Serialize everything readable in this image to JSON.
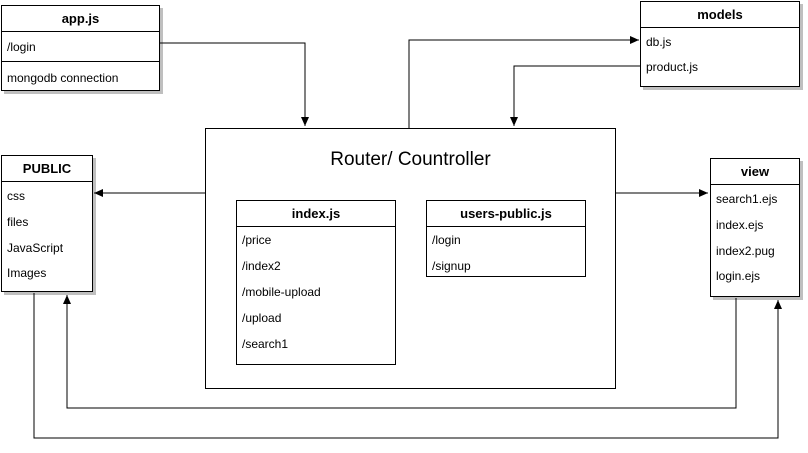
{
  "app": {
    "title": "app.js",
    "items": [
      "/login",
      "mongodb connection"
    ]
  },
  "models": {
    "title": "models",
    "items": [
      "db.js",
      "product.js"
    ]
  },
  "public": {
    "title": "PUBLIC",
    "items": [
      "css",
      "files",
      "JavaScript",
      "Images"
    ]
  },
  "view": {
    "title": "view",
    "items": [
      "search1.ejs",
      "index.ejs",
      "index2.pug",
      "login.ejs"
    ]
  },
  "router": {
    "title": "Router/ Countroller",
    "index": {
      "title": "index.js",
      "items": [
        "/price",
        "/index2",
        "/mobile-upload",
        "/upload",
        "/search1"
      ]
    },
    "users_public": {
      "title": "users-public.js",
      "items": [
        "/login",
        "/signup"
      ]
    }
  },
  "colors": {
    "line": "#000000",
    "shadow": "#bfbfbf"
  }
}
